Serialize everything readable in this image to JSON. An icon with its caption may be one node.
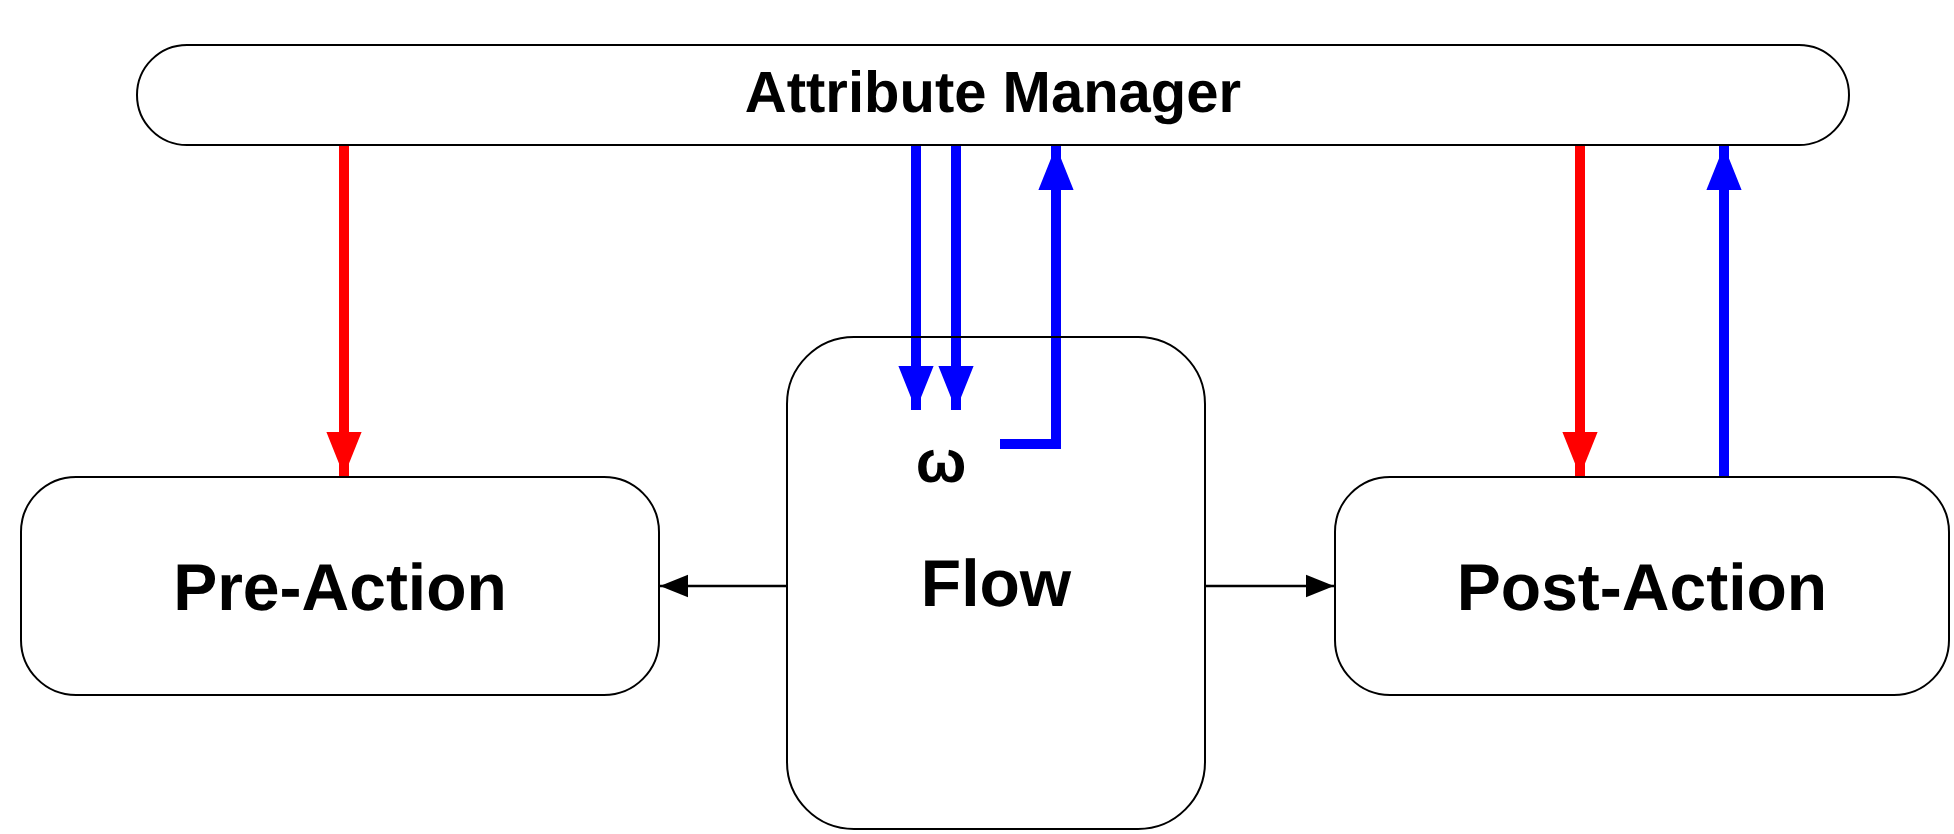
{
  "diagram": {
    "nodes": [
      {
        "text": [
          "Attribute Manager"
        ]
      },
      {
        "text": [
          "Pre-Action"
        ]
      },
      {
        "text": [
          "Flow"
        ]
      },
      {
        "text": [
          "ω"
        ],
        "in": 2
      },
      {
        "text": [
          "Post-Action"
        ]
      }
    ],
    "edges": [
      {
        "from": 0,
        "to": 1,
        "arrow": "to",
        "color": "#ff0000"
      },
      {
        "from": 0,
        "to": 3,
        "arrow": "to",
        "color": "#0000ff"
      },
      {
        "from": 0,
        "to": 3,
        "arrow": "to",
        "color": "#0000ff"
      },
      {
        "from": 3,
        "to": 0,
        "arrow": "to",
        "color": "#0000ff"
      },
      {
        "from": 0,
        "to": 4,
        "arrow": "to",
        "color": "#ff0000"
      },
      {
        "from": 4,
        "to": 0,
        "arrow": "to",
        "color": "#0000ff"
      },
      {
        "from": 2,
        "to": 1,
        "arrow": "to",
        "color": "#000000"
      },
      {
        "from": 2,
        "to": 4,
        "arrow": "to",
        "color": "#000000"
      }
    ]
  }
}
